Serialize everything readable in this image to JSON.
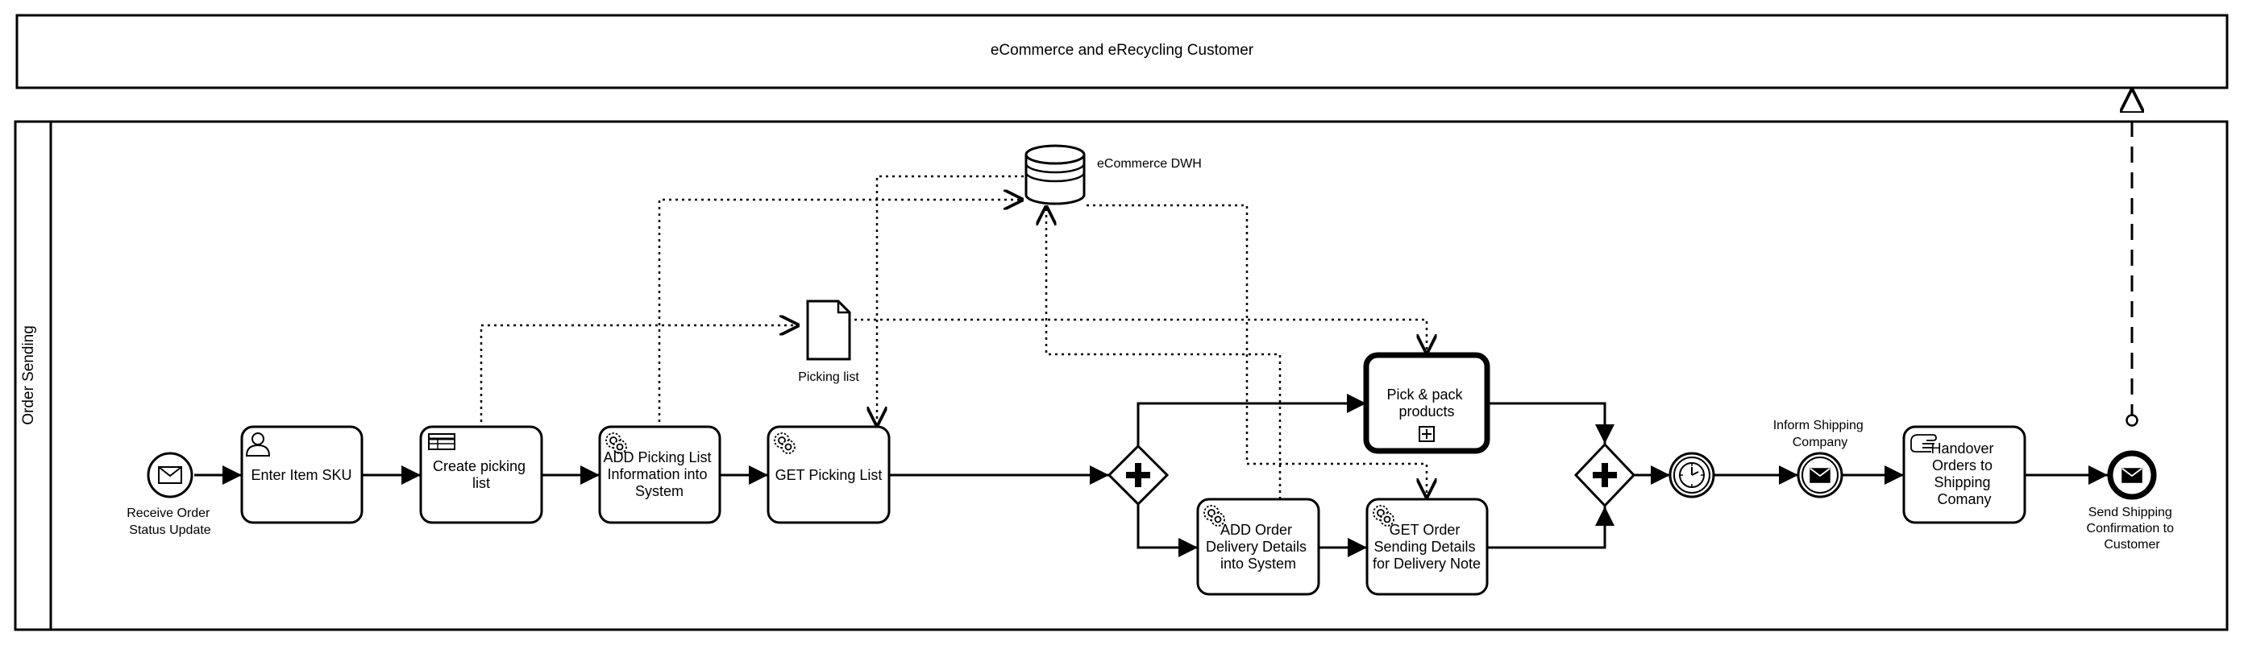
{
  "pools": {
    "customer": {
      "label": "eCommerce and eRecycling Customer"
    },
    "order_sending": {
      "lane_label": "Order Sending"
    }
  },
  "events": {
    "start": {
      "label_lines": [
        "Receive Order",
        "Status Update"
      ],
      "icon": "envelope-icon"
    },
    "timer": {
      "icon": "clock-icon"
    },
    "inform": {
      "label_lines": [
        "Inform Shipping",
        "Company"
      ],
      "icon": "envelope-filled-icon"
    },
    "end": {
      "label_lines": [
        "Send Shipping",
        "Confirmation to",
        "Customer"
      ],
      "icon": "envelope-filled-icon"
    }
  },
  "tasks": {
    "enter_sku": {
      "label_lines": [
        "Enter Item SKU"
      ],
      "icon": "user-icon"
    },
    "create_picking": {
      "label_lines": [
        "Create picking",
        "list"
      ],
      "icon": "table-icon"
    },
    "add_picking": {
      "label_lines": [
        "ADD Picking List",
        "Information into",
        "System"
      ],
      "icon": "gear-icon"
    },
    "get_picking": {
      "label_lines": [
        "GET Picking List"
      ],
      "icon": "gear-icon"
    },
    "pick_pack": {
      "label_lines": [
        "Pick & pack",
        "products"
      ],
      "icon": "subprocess-plus-icon"
    },
    "add_order": {
      "label_lines": [
        "ADD Order",
        "Delivery Details",
        "into System"
      ],
      "icon": "gear-icon"
    },
    "get_order": {
      "label_lines": [
        "GET Order",
        "Sending Details",
        "for Delivery Note"
      ],
      "icon": "gear-icon"
    },
    "handover": {
      "label_lines": [
        "Handover",
        "Orders to",
        "Shipping",
        "Comany"
      ],
      "icon": "hand-icon"
    }
  },
  "gateways": {
    "split": {
      "type": "parallel"
    },
    "join": {
      "type": "parallel"
    }
  },
  "artifacts": {
    "database": {
      "label": "eCommerce DWH",
      "icon": "database-icon"
    },
    "document": {
      "label": "Picking list",
      "icon": "document-icon"
    }
  },
  "colors": {
    "stroke": "#000000",
    "background": "#ffffff"
  }
}
